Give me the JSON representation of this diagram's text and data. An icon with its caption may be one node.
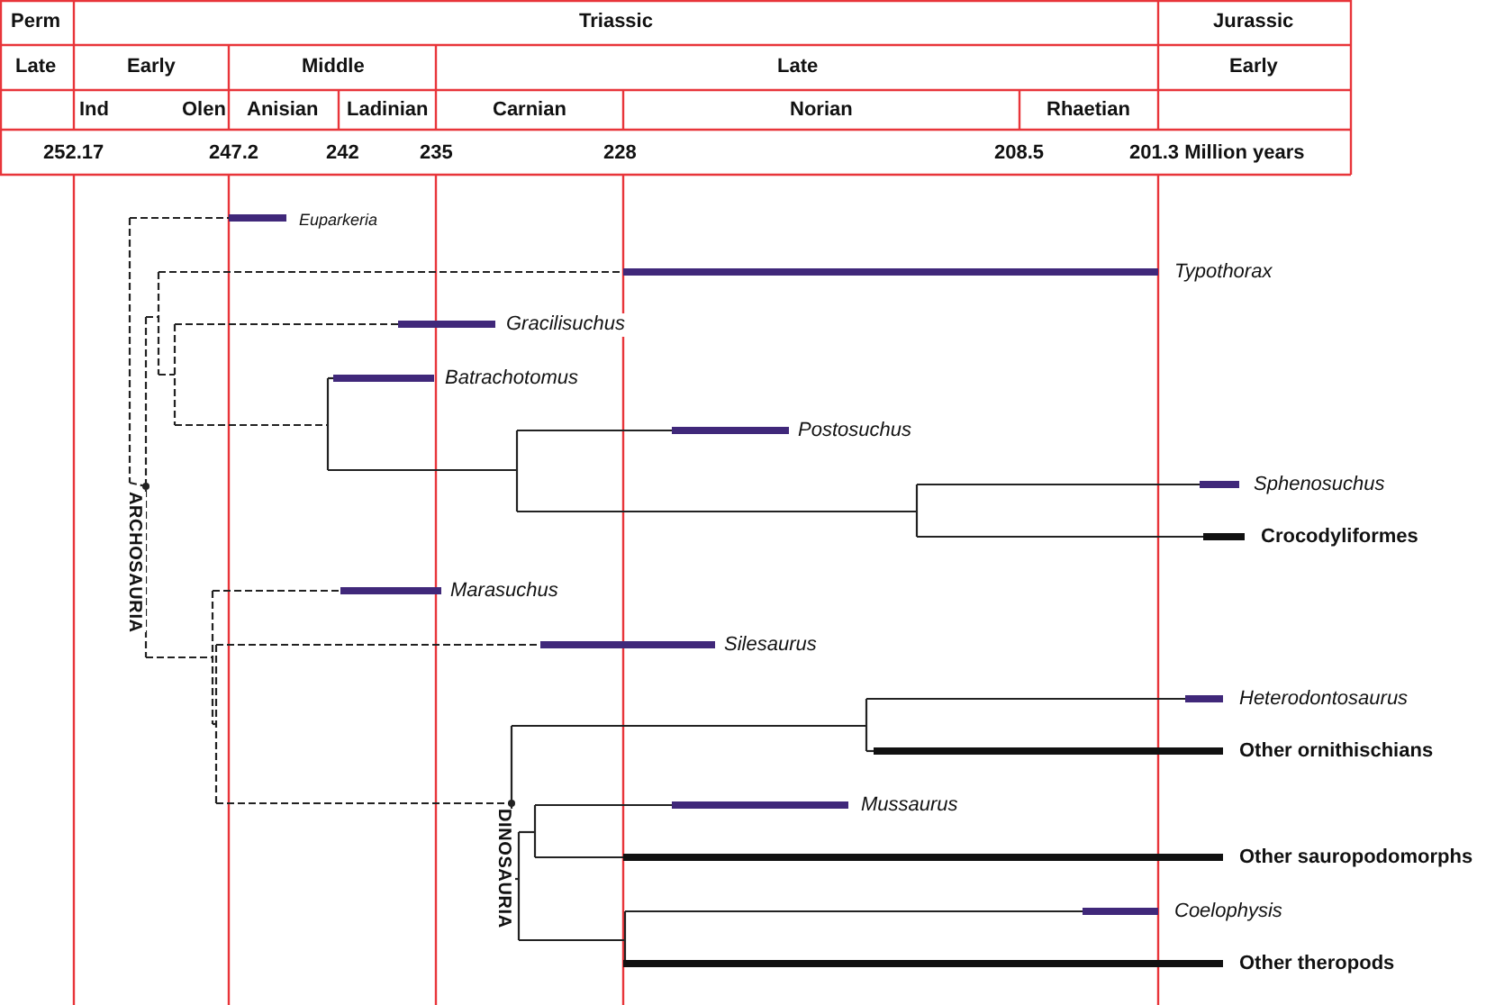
{
  "diagram": {
    "labels": [
      "Perm",
      "Triassic",
      "Jurassic",
      "Late",
      "Early",
      "Middle",
      "Late",
      "Early",
      "Ind",
      "Olen",
      "Anisian",
      "Ladinian",
      "Carnian",
      "Norian",
      "Rhaetian",
      "252.17",
      "247.2",
      "242",
      "235",
      "228",
      "208.5",
      "201.3 Million years",
      "Euparkeria",
      "Typothorax",
      "Gracilisuchus",
      "Batrachotomus",
      "Postosuchus",
      "Sphenosuchus",
      "ARCHOSAURIA",
      "Crocodyliformes",
      "Marasuchus",
      "Silesaurus",
      "Heterodontosaurus",
      "Other ornithischians",
      "DINOSAURIA",
      "Mussaurus",
      "Other sauropodomorphs",
      "Coelophysis",
      "Other theropods"
    ]
  }
}
